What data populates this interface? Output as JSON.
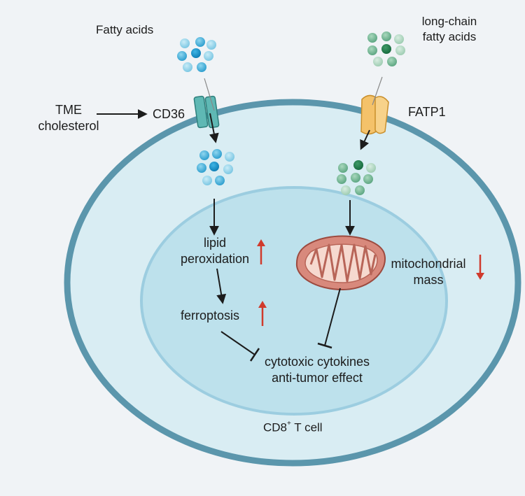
{
  "labels": {
    "fatty_acids": "Fatty acids",
    "long_chain_line1": "long-chain",
    "long_chain_line2": "fatty acids",
    "tme_line1": "TME",
    "tme_line2": "cholesterol",
    "cd36": "CD36",
    "fatp1": "FATP1",
    "lipid_line1": "lipid",
    "lipid_line2": "peroxidation",
    "ferroptosis": "ferroptosis",
    "mito_line1": "mitochondrial",
    "mito_line2": "mass",
    "cytotoxic_line1": "cytotoxic cytokines",
    "cytotoxic_line2": "anti-tumor effect",
    "cell_name": "CD8",
    "cell_sup": "+",
    "cell_suffix": " T cell"
  },
  "colors": {
    "background": "#f0f3f6",
    "cell_border": "#5b96ac",
    "cell_fill": "#d9edf3",
    "nucleus_fill": "#bde1ec",
    "nucleus_border": "#9ccde0",
    "blue_dot": "#4fb3d9",
    "green_dot": "#4f9e70",
    "cd36_fill": "#5fb8b4",
    "fatp1_fill": "#f4c26a",
    "mito_outer": "#d8897c",
    "mito_inner": "#f6d9cf",
    "up_arrow": "#d03a2c",
    "down_arrow": "#d03a2c",
    "line": "#1c1c1c"
  },
  "icons": {
    "cd36": "transporter-icon",
    "fatp1": "transporter-icon",
    "mitochondrion": "mitochondrion-icon",
    "increase": "up-arrow-icon",
    "decrease": "down-arrow-icon"
  }
}
